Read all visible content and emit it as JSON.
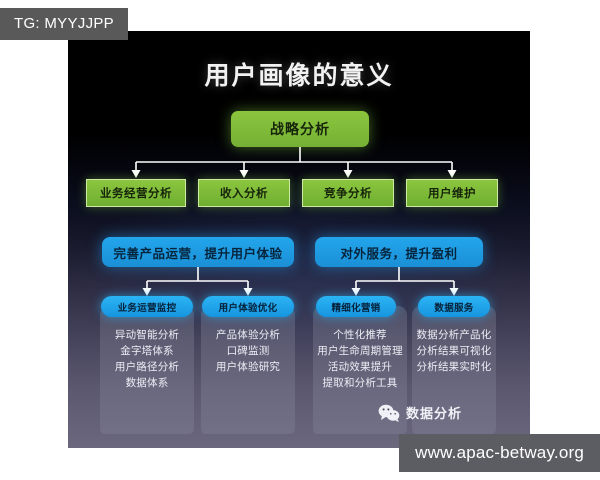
{
  "watermarks": {
    "tg": "TG: MYYJJPP",
    "url": "www.apac-betway.org"
  },
  "slide": {
    "title": "用户画像的意义",
    "root": {
      "label": "战略分析",
      "color": "#8cc63f"
    },
    "level2": [
      {
        "label": "业务经营分析"
      },
      {
        "label": "收入分析"
      },
      {
        "label": "竞争分析"
      },
      {
        "label": "用户维护"
      }
    ],
    "level3": [
      {
        "label": "完善产品运营，提升用户体验",
        "color": "#23a6ec"
      },
      {
        "label": "对外服务，提升盈利",
        "color": "#23a6ec"
      }
    ],
    "columns": [
      {
        "pill": "业务运营监控",
        "items": [
          "异动智能分析",
          "金字塔体系",
          "用户路径分析",
          "数据体系"
        ]
      },
      {
        "pill": "用户体验优化",
        "items": [
          "产品体验分析",
          "口碑监测",
          "用户体验研究"
        ]
      },
      {
        "pill": "精细化营销",
        "items": [
          "个性化推荐",
          "用户生命周期管理",
          "活动效果提升",
          "提取和分析工具"
        ]
      },
      {
        "pill": "数据服务",
        "items": [
          "数据分析产品化",
          "分析结果可视化",
          "分析结果实时化"
        ]
      }
    ],
    "footer": {
      "icon": "wechat-icon",
      "name": "数据分析"
    }
  }
}
